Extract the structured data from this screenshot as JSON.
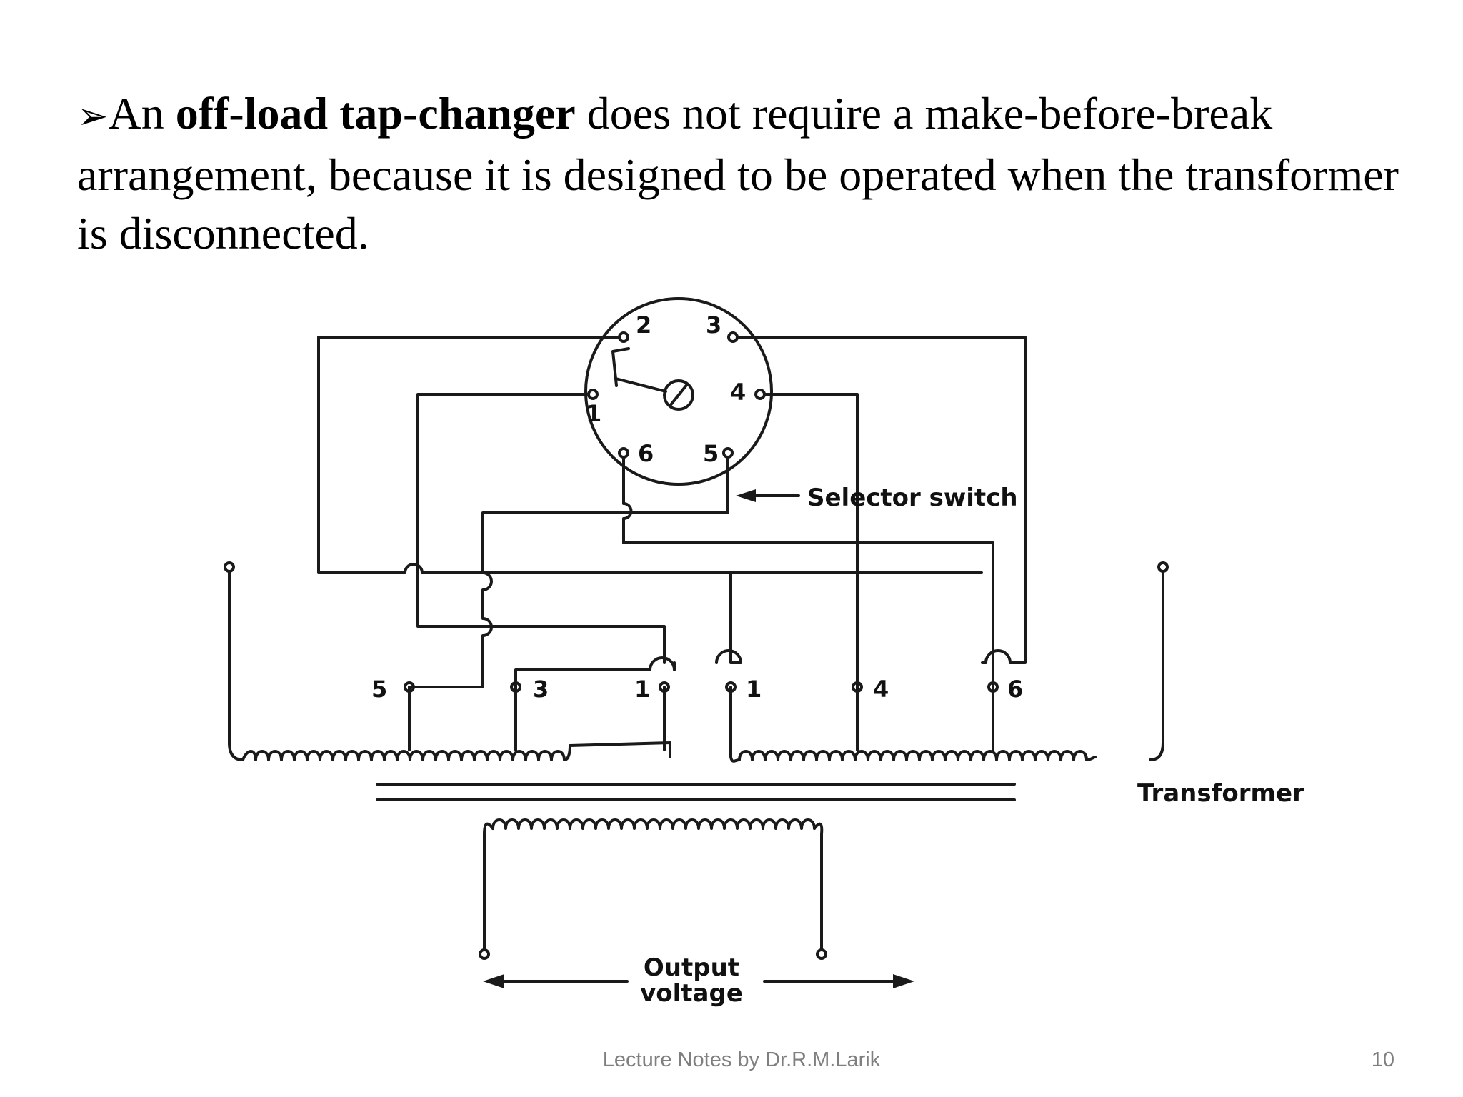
{
  "slide": {
    "bullet_symbol": "➢",
    "text_before": "An ",
    "text_bold": "off-load tap-changer",
    "text_after": " does not require a make-before-break arrangement, because it is designed to be operated when the transformer is disconnected."
  },
  "diagram": {
    "switch_contacts": [
      "1",
      "2",
      "3",
      "4",
      "5",
      "6"
    ],
    "tap_labels": [
      "5",
      "3",
      "1",
      "1",
      "4",
      "6"
    ],
    "selector_label": "Selector switch",
    "transformer_label": "Transformer",
    "output_label_line1": "Output",
    "output_label_line2": "voltage"
  },
  "footer": {
    "text": "Lecture Notes by Dr.R.M.Larik",
    "page_number": "10"
  }
}
